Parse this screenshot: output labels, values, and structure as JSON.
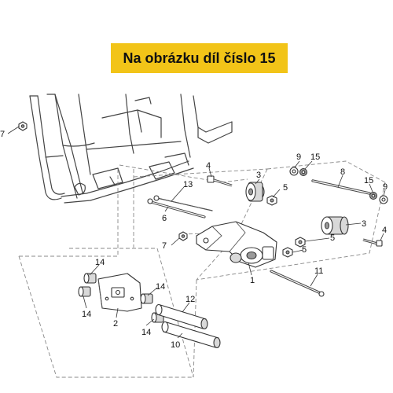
{
  "banner": {
    "text": "Na obrázku díl číslo 15"
  },
  "callouts": [
    {
      "id": "c1",
      "label": "1"
    },
    {
      "id": "c2",
      "label": "2"
    },
    {
      "id": "c3a",
      "label": "3"
    },
    {
      "id": "c3b",
      "label": "3"
    },
    {
      "id": "c4a",
      "label": "4"
    },
    {
      "id": "c4b",
      "label": "4"
    },
    {
      "id": "c5a",
      "label": "5"
    },
    {
      "id": "c5b",
      "label": "5"
    },
    {
      "id": "c5c",
      "label": "5"
    },
    {
      "id": "c6",
      "label": "6"
    },
    {
      "id": "c7a",
      "label": "7"
    },
    {
      "id": "c7b",
      "label": "7"
    },
    {
      "id": "c8",
      "label": "8"
    },
    {
      "id": "c9a",
      "label": "9"
    },
    {
      "id": "c9b",
      "label": "9"
    },
    {
      "id": "c10",
      "label": "10"
    },
    {
      "id": "c11",
      "label": "11"
    },
    {
      "id": "c12",
      "label": "12"
    },
    {
      "id": "c13",
      "label": "13"
    },
    {
      "id": "c14a",
      "label": "14"
    },
    {
      "id": "c14b",
      "label": "14"
    },
    {
      "id": "c14c",
      "label": "14"
    },
    {
      "id": "c14d",
      "label": "14"
    },
    {
      "id": "c15a",
      "label": "15"
    },
    {
      "id": "c15b",
      "label": "15"
    }
  ]
}
